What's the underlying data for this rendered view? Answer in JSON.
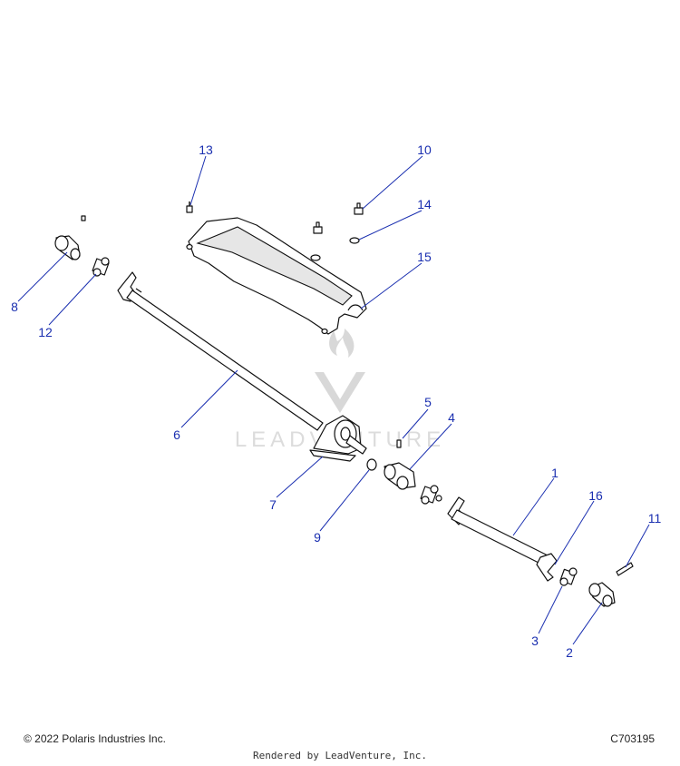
{
  "watermark": {
    "text": "LEADVENTURE"
  },
  "callouts": [
    {
      "id": "1",
      "label": "1"
    },
    {
      "id": "2",
      "label": "2"
    },
    {
      "id": "3",
      "label": "3"
    },
    {
      "id": "4",
      "label": "4"
    },
    {
      "id": "5",
      "label": "5"
    },
    {
      "id": "6",
      "label": "6"
    },
    {
      "id": "7",
      "label": "7"
    },
    {
      "id": "8",
      "label": "8"
    },
    {
      "id": "9",
      "label": "9"
    },
    {
      "id": "10",
      "label": "10"
    },
    {
      "id": "11",
      "label": "11"
    },
    {
      "id": "12",
      "label": "12"
    },
    {
      "id": "13",
      "label": "13"
    },
    {
      "id": "14",
      "label": "14"
    },
    {
      "id": "15",
      "label": "15"
    },
    {
      "id": "16",
      "label": "16"
    }
  ],
  "footer": {
    "copyright": "© 2022 Polaris Industries Inc.",
    "figure_id": "C703195",
    "rendered_by": "Rendered by LeadVenture, Inc."
  },
  "colors": {
    "callout": "#1a2fb0",
    "line_art": "#111111",
    "watermark": "#d8d8d8"
  }
}
